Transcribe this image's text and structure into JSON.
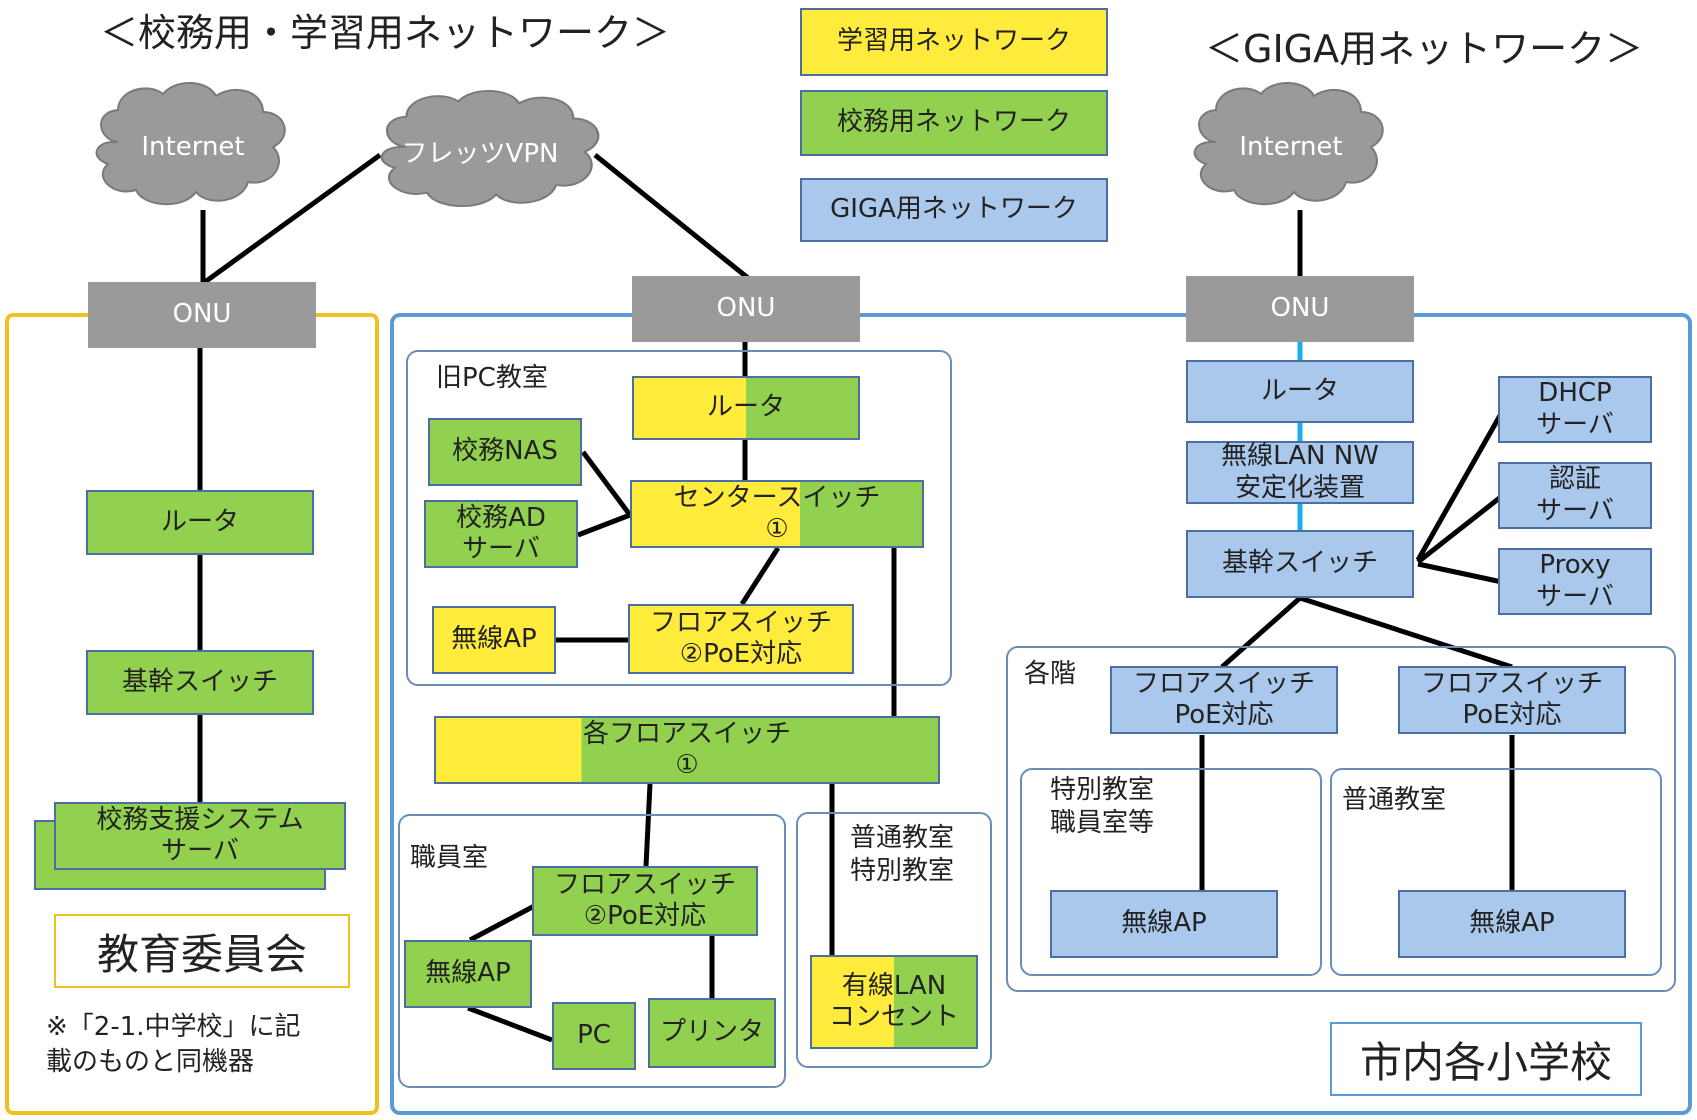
{
  "titles": {
    "left": "＜校務用・学習用ネットワーク＞",
    "right": "＜GIGA用ネットワーク＞"
  },
  "legend": {
    "learning": "学習用ネットワーク",
    "admin": "校務用ネットワーク",
    "giga": "GIGA用ネットワーク"
  },
  "clouds": {
    "internet_left": "Internet",
    "flets_vpn": "フレッツVPN",
    "internet_right": "Internet"
  },
  "board": {
    "onu": "ONU",
    "router": "ルータ",
    "core_switch": "基幹スイッチ",
    "server": "校務支援システム\nサーバ",
    "label": "教育委員会",
    "note": "※「2-1.中学校」に記\n載のものと同機器"
  },
  "school": {
    "onu": "ONU",
    "old_pc_room": "旧PC教室",
    "router": "ルータ",
    "nas": "校務NAS",
    "ad_server": "校務AD\nサーバ",
    "center_switch": "センタースイッチ\n①",
    "wireless_ap": "無線AP",
    "floor_switch_poe": "フロアスイッチ\n②PoE対応",
    "each_floor_switch": "各フロアスイッチ\n①",
    "staff_room": "職員室",
    "staff_floor_switch": "フロアスイッチ\n②PoE対応",
    "staff_ap": "無線AP",
    "pc": "PC",
    "printer": "プリンタ",
    "classrooms": "普通教室\n特別教室",
    "wired_lan": "有線LAN\nコンセント",
    "label": "市内各小学校"
  },
  "giga": {
    "onu": "ONU",
    "router": "ルータ",
    "stabilizer": "無線LAN NW\n安定化装置",
    "core_switch": "基幹スイッチ",
    "dhcp": "DHCP\nサーバ",
    "auth": "認証\nサーバ",
    "proxy": "Proxy\nサーバ",
    "floors": "各階",
    "floor_switch_1": "フロアスイッチ\nPoE対応",
    "floor_switch_2": "フロアスイッチ\nPoE対応",
    "special_rooms": "特別教室\n職員室等",
    "regular_rooms": "普通教室",
    "ap_1": "無線AP",
    "ap_2": "無線AP"
  },
  "colors": {
    "admin_green": "#92d050",
    "learning_yellow": "#ffeb3b",
    "giga_blue": "#a9c8ec",
    "onu_gray": "#9a9a9a",
    "board_frame": "#f0c020",
    "school_frame": "#5b9bd5"
  }
}
